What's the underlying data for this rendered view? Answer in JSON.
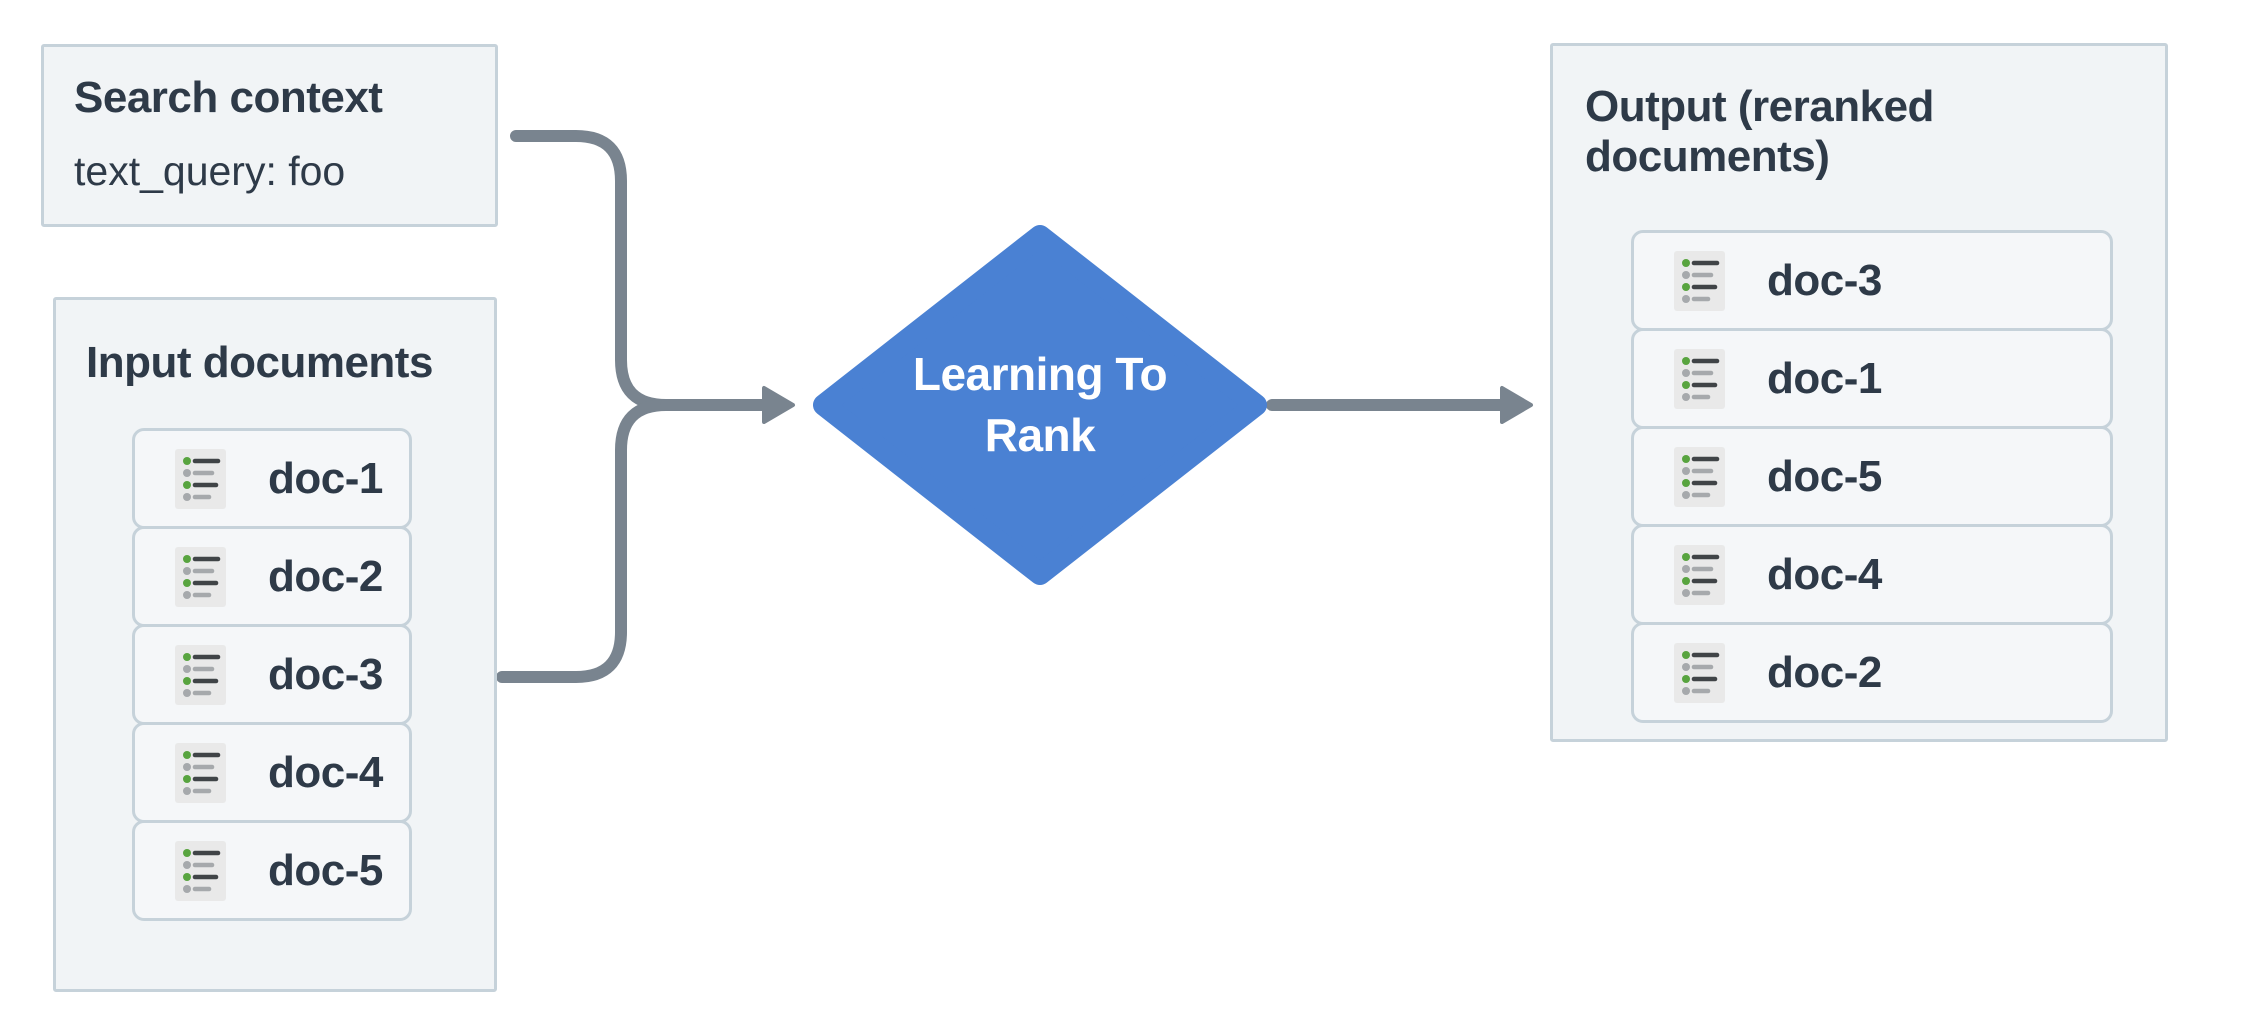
{
  "colors": {
    "page_bg": "#ffffff",
    "panel_bg": "#f1f4f6",
    "panel_border": "#c6d2da",
    "item_bg": "#f5f7f9",
    "item_border": "#c6d2da",
    "text": "#2e3a48",
    "diamond_fill": "#4a81d3",
    "diamond_text": "#ffffff",
    "arrow": "#79848f",
    "icon_bg": "#e9e9e9",
    "icon_green": "#58a43f",
    "icon_dark": "#404447",
    "icon_gray": "#a6a9ac"
  },
  "search_context": {
    "title": "Search context",
    "query": "text_query: foo"
  },
  "input_documents": {
    "title": "Input documents",
    "items": [
      "doc-1",
      "doc-2",
      "doc-3",
      "doc-4",
      "doc-5"
    ]
  },
  "process": {
    "label": "Learning To Rank",
    "line1": "Learning To",
    "line2": "Rank"
  },
  "output_documents": {
    "title": "Output (reranked documents)",
    "items": [
      "doc-3",
      "doc-1",
      "doc-5",
      "doc-4",
      "doc-2"
    ]
  }
}
